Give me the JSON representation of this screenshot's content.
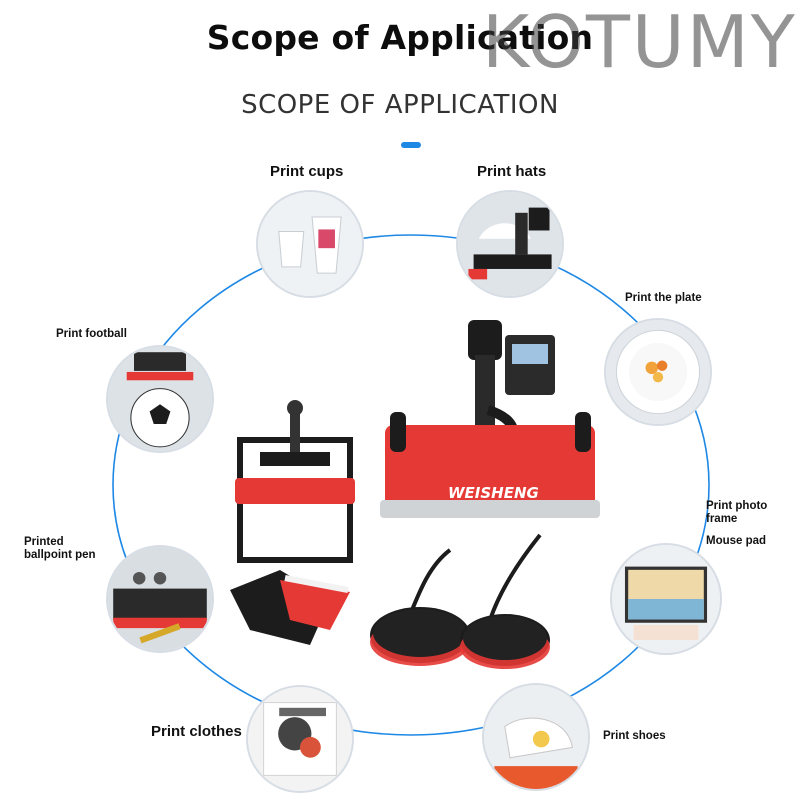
{
  "header": {
    "title": "Scope of Application",
    "brand": "KOTUMY",
    "subtitle": "SCOPE OF APPLICATION"
  },
  "colors": {
    "accent": "#1e88e5",
    "ring": "#1e88e5",
    "machine_red": "#e53935",
    "machine_black": "#1c1c1c"
  },
  "applications": {
    "cups": "Print cups",
    "hats": "Print hats",
    "plate": "Print the plate",
    "football": "Print football",
    "photo_frame": "Print photo frame",
    "mouse_pad": "Mouse pad",
    "pen": "Printed ballpoint pen",
    "clothes": "Print clothes",
    "shoes": "Print shoes"
  },
  "machine": {
    "watermark": "WEISHENG"
  }
}
